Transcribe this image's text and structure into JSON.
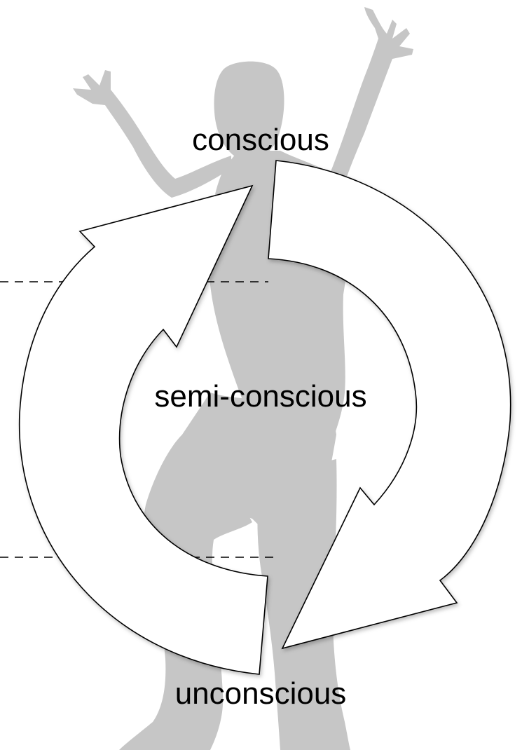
{
  "labels": {
    "top": "conscious",
    "middle": "semi-conscious",
    "bottom": "unconscious"
  },
  "colors": {
    "silhouette": "#c6c6c6",
    "stroke": "#000000",
    "arrow_fill": "#ffffff"
  }
}
